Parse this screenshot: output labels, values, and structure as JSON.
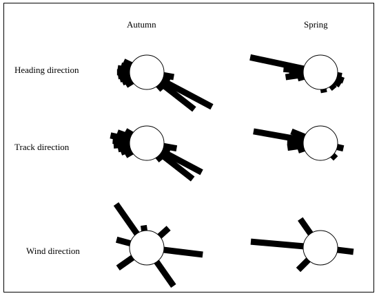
{
  "chart_data": {
    "type": "rose",
    "columns": [
      "Autumn",
      "Spring"
    ],
    "rows": [
      "Heading direction",
      "Track direction",
      "Wind direction"
    ],
    "panels": [
      {
        "row": "Heading direction",
        "column": "Autumn",
        "bars": [
          {
            "direction": 295,
            "length": 0.5
          },
          {
            "direction": 285,
            "length": 0.55
          },
          {
            "direction": 278,
            "length": 0.7
          },
          {
            "direction": 270,
            "length": 0.72
          },
          {
            "direction": 262,
            "length": 0.68
          },
          {
            "direction": 255,
            "length": 0.62
          },
          {
            "direction": 247,
            "length": 0.55
          },
          {
            "direction": 238,
            "length": 0.45
          },
          {
            "direction": 100,
            "length": 0.6
          },
          {
            "direction": 110,
            "length": 0.45
          },
          {
            "direction": 118,
            "length": 3.0
          },
          {
            "direction": 128,
            "length": 2.3
          },
          {
            "direction": 138,
            "length": 0.4
          }
        ]
      },
      {
        "row": "Heading direction",
        "column": "Spring",
        "bars": [
          {
            "direction": 282,
            "length": 2.9
          },
          {
            "direction": 275,
            "length": 1.1
          },
          {
            "direction": 268,
            "length": 0.8
          },
          {
            "direction": 262,
            "length": 1.0
          },
          {
            "direction": 255,
            "length": 0.4
          },
          {
            "direction": 100,
            "length": 0.3
          },
          {
            "direction": 110,
            "length": 0.45
          },
          {
            "direction": 122,
            "length": 0.4
          },
          {
            "direction": 140,
            "length": 0.3
          },
          {
            "direction": 170,
            "length": 0.25
          }
        ]
      },
      {
        "row": "Track direction",
        "column": "Autumn",
        "bars": [
          {
            "direction": 300,
            "length": 0.45
          },
          {
            "direction": 290,
            "length": 0.8
          },
          {
            "direction": 282,
            "length": 1.1
          },
          {
            "direction": 274,
            "length": 0.95
          },
          {
            "direction": 266,
            "length": 0.9
          },
          {
            "direction": 258,
            "length": 0.7
          },
          {
            "direction": 250,
            "length": 0.6
          },
          {
            "direction": 240,
            "length": 0.45
          },
          {
            "direction": 100,
            "length": 0.75
          },
          {
            "direction": 108,
            "length": 0.45
          },
          {
            "direction": 118,
            "length": 2.4
          },
          {
            "direction": 128,
            "length": 2.2
          },
          {
            "direction": 140,
            "length": 0.35
          }
        ]
      },
      {
        "row": "Track direction",
        "column": "Spring",
        "bars": [
          {
            "direction": 280,
            "length": 2.7
          },
          {
            "direction": 292,
            "length": 0.8
          },
          {
            "direction": 272,
            "length": 0.9
          },
          {
            "direction": 262,
            "length": 0.9
          },
          {
            "direction": 252,
            "length": 0.4
          },
          {
            "direction": 103,
            "length": 0.4
          },
          {
            "direction": 135,
            "length": 0.3
          }
        ]
      },
      {
        "row": "Wind direction",
        "column": "Autumn",
        "bars": [
          {
            "direction": 325,
            "length": 1.95
          },
          {
            "direction": 352,
            "length": 0.35
          },
          {
            "direction": 48,
            "length": 0.7
          },
          {
            "direction": 285,
            "length": 0.8
          },
          {
            "direction": 235,
            "length": 1.0
          },
          {
            "direction": 97,
            "length": 2.1
          },
          {
            "direction": 145,
            "length": 1.6
          }
        ]
      },
      {
        "row": "Wind direction",
        "column": "Spring",
        "bars": [
          {
            "direction": 325,
            "length": 1.0
          },
          {
            "direction": 275,
            "length": 2.8
          },
          {
            "direction": 97,
            "length": 0.9
          },
          {
            "direction": 225,
            "length": 0.8
          }
        ]
      }
    ]
  }
}
